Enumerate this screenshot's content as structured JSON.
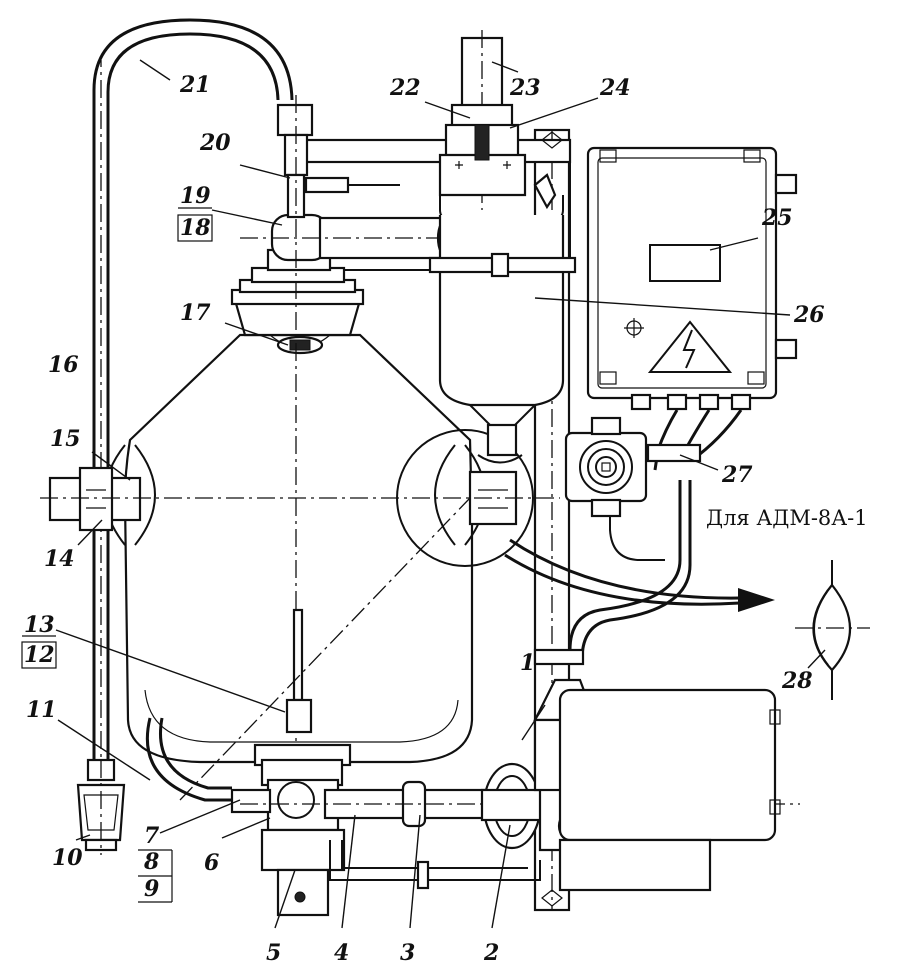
{
  "caption": "Для АДМ-8А-1",
  "labels": [
    "1",
    "2",
    "3",
    "4",
    "5",
    "6",
    "7",
    "8",
    "9",
    "10",
    "11",
    "12",
    "13",
    "14",
    "15",
    "16",
    "17",
    "18",
    "19",
    "20",
    "21",
    "22",
    "23",
    "24",
    "25",
    "26",
    "27",
    "28"
  ],
  "colors": {
    "ink": "#111111",
    "paper": "#ffffff"
  }
}
